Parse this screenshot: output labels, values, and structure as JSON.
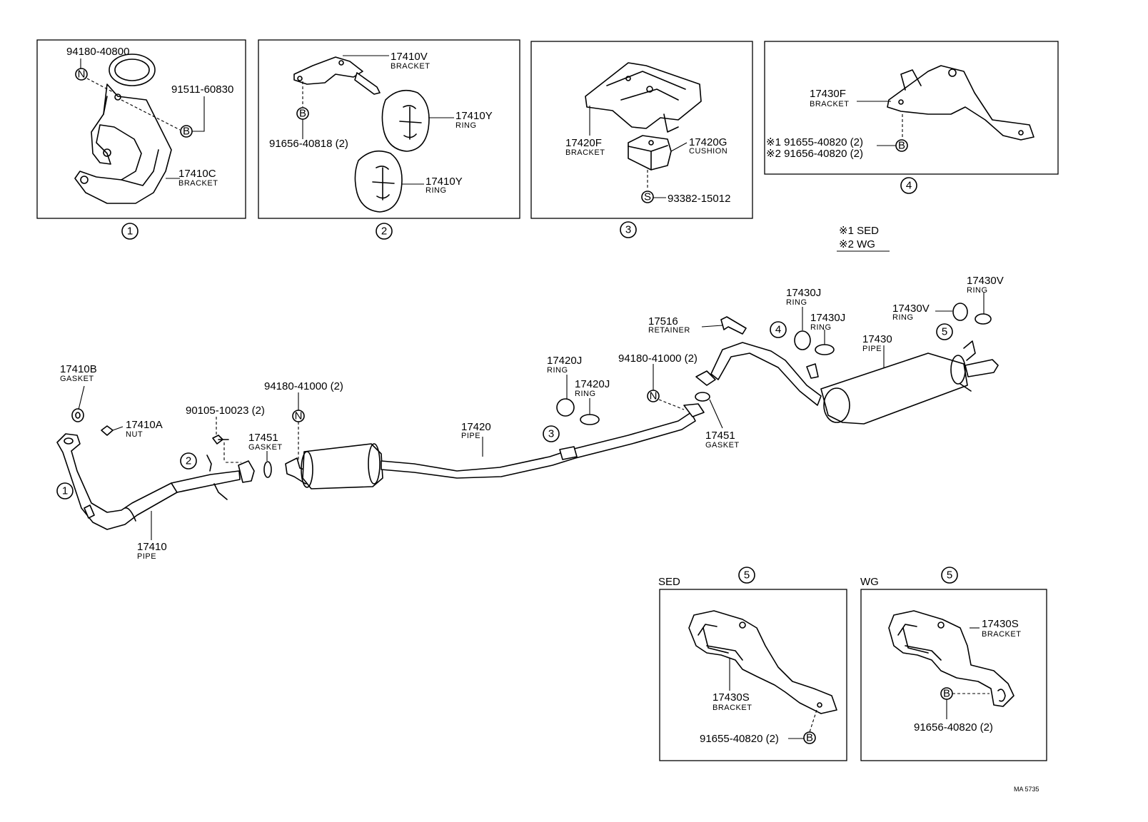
{
  "panels": {
    "p1": {
      "index": "1",
      "labels": {
        "nut_pn": "94180-40800",
        "nut_sym": "N",
        "bolt_pn": "91511-60830",
        "bolt_sym": "B",
        "bracket_pn": "17410C",
        "bracket_name": "BRACKET"
      }
    },
    "p2": {
      "index": "2",
      "labels": {
        "bracket_pn": "17410V",
        "bracket_name": "BRACKET",
        "bolt_sym": "B",
        "bolt_pn": "91656-40818 (2)",
        "ring1_pn": "17410Y",
        "ring1_name": "RING",
        "ring2_pn": "17410Y",
        "ring2_name": "RING"
      }
    },
    "p3": {
      "index": "3",
      "labels": {
        "bracket_pn": "17420F",
        "bracket_name": "BRACKET",
        "cushion_pn": "17420G",
        "cushion_name": "CUSHION",
        "screw_sym": "S",
        "screw_pn": "93382-15012"
      }
    },
    "p4": {
      "index": "4",
      "labels": {
        "bracket_pn": "17430F",
        "bracket_name": "BRACKET",
        "bolt1": "※1 91655-40820 (2)",
        "bolt2": "※2 91656-40820 (2)",
        "bolt_sym": "B"
      }
    },
    "sed": {
      "title": "SED",
      "index": "5",
      "labels": {
        "bracket_pn": "17430S",
        "bracket_name": "BRACKET",
        "bolt_pn": "91655-40820 (2)",
        "bolt_sym": "B"
      }
    },
    "wg": {
      "title": "WG",
      "index": "5",
      "labels": {
        "bracket_pn": "17430S",
        "bracket_name": "BRACKET",
        "bolt_pn": "91656-40820 (2)",
        "bolt_sym": "B"
      }
    }
  },
  "legend": {
    "line1": "※1 SED",
    "line2": "※2 WG"
  },
  "main": {
    "c1": "1",
    "c2": "2",
    "c3": "3",
    "c4": "4",
    "c5": "5",
    "gasket_b_pn": "17410B",
    "gasket_b_name": "GASKET",
    "nut_a_pn": "17410A",
    "nut_a_name": "NUT",
    "bolt_pn": "90105-10023 (2)",
    "gasket1_pn": "17451",
    "gasket1_name": "GASKET",
    "nut_n1_pn": "94180-41000 (2)",
    "n_sym": "N",
    "pipe1_pn": "17410",
    "pipe1_name": "PIPE",
    "pipe2_pn": "17420",
    "pipe2_name": "PIPE",
    "ring_j1_pn": "17420J",
    "ring_j1_name": "RING",
    "ring_j2_pn": "17420J",
    "ring_j2_name": "RING",
    "nut_n2_pn": "94180-41000 (2)",
    "gasket2_pn": "17451",
    "gasket2_name": "GASKET",
    "retainer_pn": "17516",
    "retainer_name": "RETAINER",
    "ring_30j1_pn": "17430J",
    "ring_30j1_name": "RING",
    "ring_30j2_pn": "17430J",
    "ring_30j2_name": "RING",
    "ring_30v1_pn": "17430V",
    "ring_30v1_name": "RING",
    "ring_30v2_pn": "17430V",
    "ring_30v2_name": "RING",
    "pipe3_pn": "17430",
    "pipe3_name": "PIPE"
  },
  "footer": {
    "code": "MA 5735"
  }
}
